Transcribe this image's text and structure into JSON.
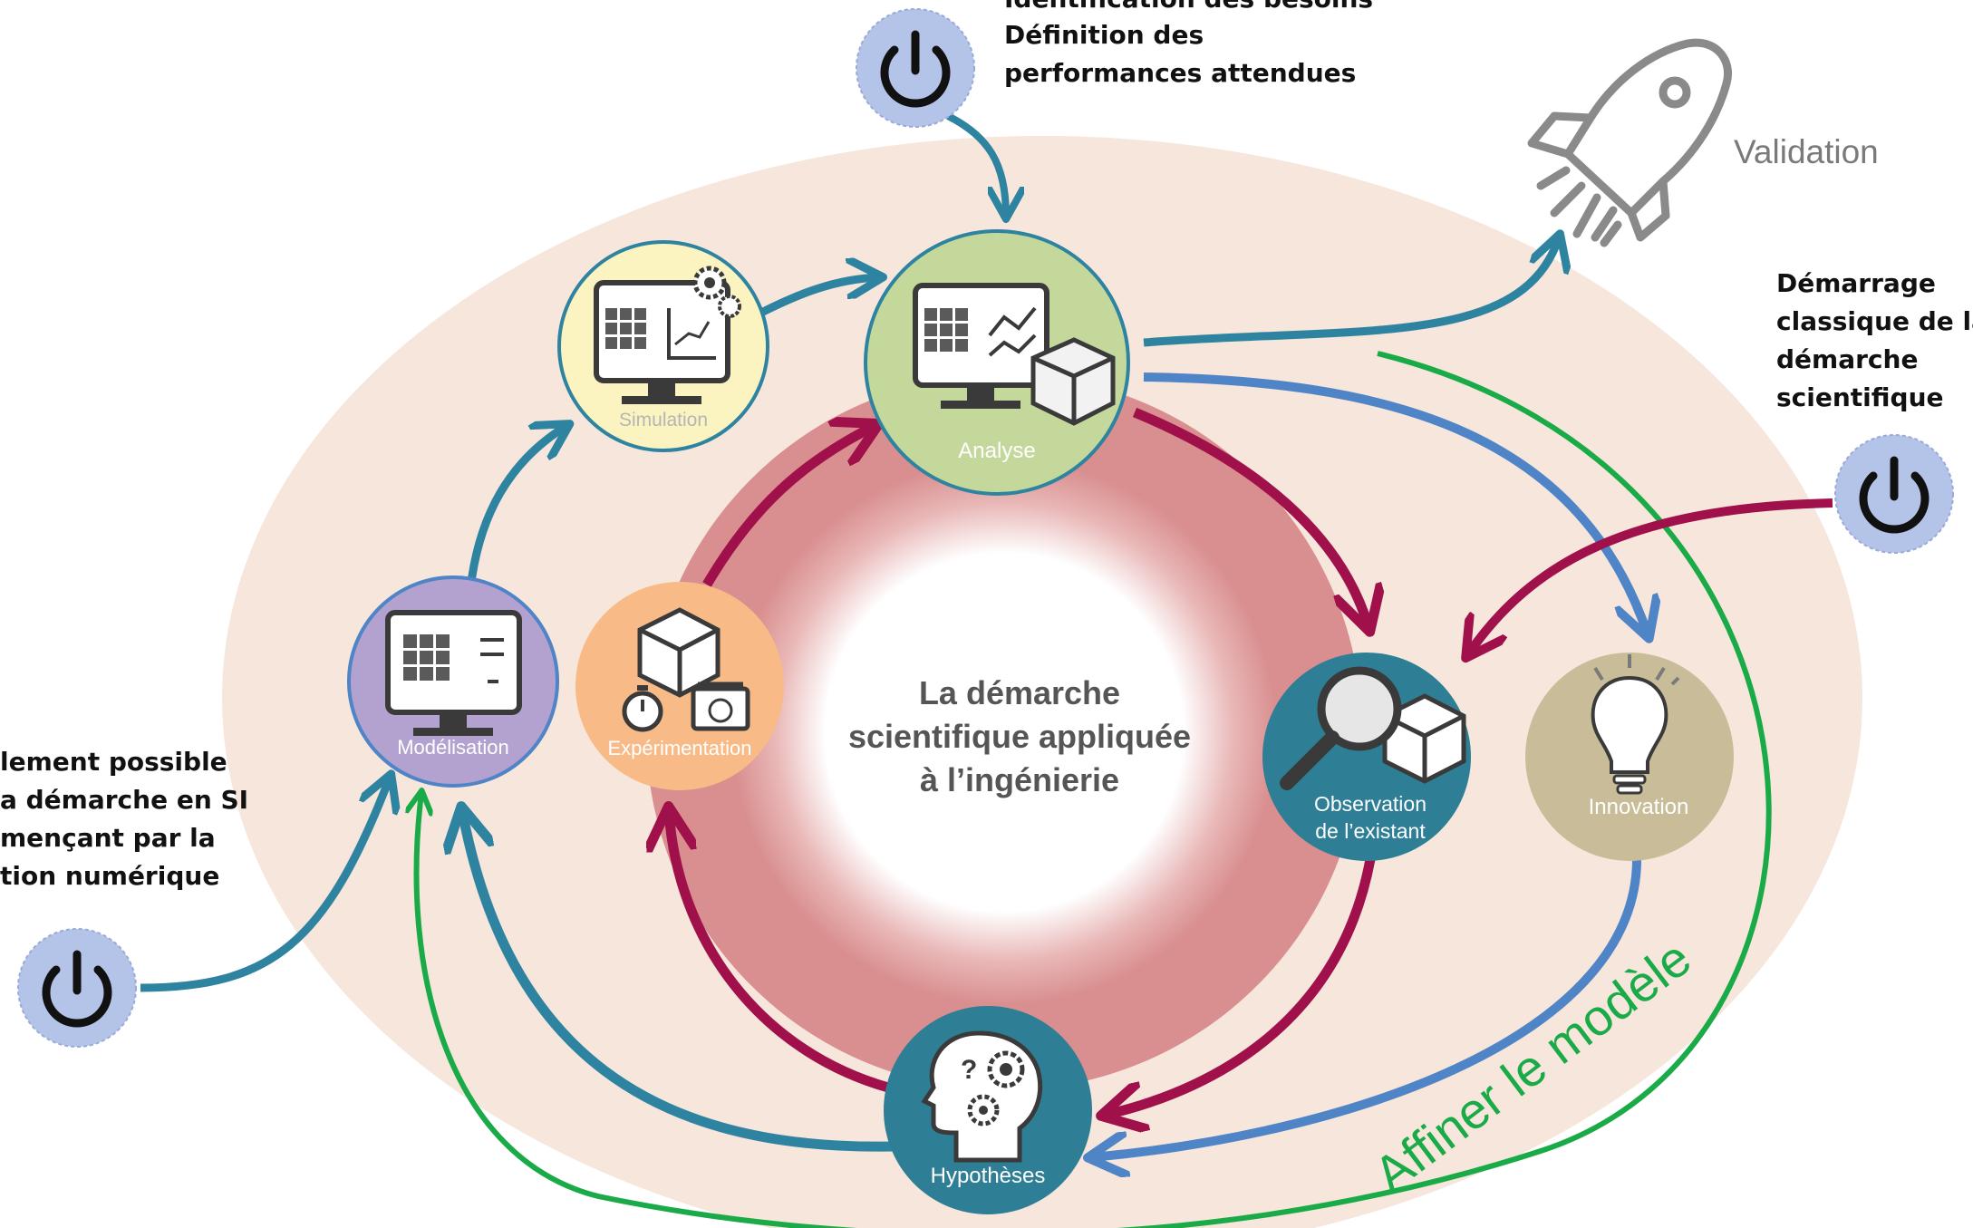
{
  "center_text": {
    "line1": "La démarche",
    "line2": "scientifique appliquée",
    "line3": "à l’ingénierie"
  },
  "nodes": {
    "analyse": {
      "label": "Analyse",
      "color": "#c5d89b"
    },
    "simulation": {
      "label": "Simulation",
      "color": "#fbf4c0"
    },
    "modelisation": {
      "label": "Modélisation",
      "color": "#b3a1cf"
    },
    "experimentation": {
      "label": "Expérimentation",
      "color": "#f8bb88"
    },
    "observation": {
      "label_line1": "Observation",
      "label_line2": "de l’existant",
      "color": "#2e7f96"
    },
    "innovation": {
      "label": "Innovation",
      "color": "#c9bd99"
    },
    "hypotheses": {
      "label": "Hypothèses",
      "color": "#2e7f96"
    }
  },
  "annotations": {
    "top": {
      "line1": "Identification des besoins",
      "line2": "Définition des",
      "line3": "performances attendues"
    },
    "right": {
      "line1": "Démarrage",
      "line2": "classique de la",
      "line3": "démarche",
      "line4": "scientifique"
    },
    "left": {
      "line1": "lement possible",
      "line2": "a démarche en SI",
      "line3": "mençant par la",
      "line4": "tion numérique"
    }
  },
  "validation_label": "Validation",
  "refine_label": "Affiner le modèle",
  "colors": {
    "teal_arrow": "#2e84a0",
    "crimson_arrow": "#a0104a",
    "blue_arrow": "#4f84c6",
    "green_arrow": "#1aab48",
    "ellipse_fill": "#f6e6dc",
    "ring": "#d98f8f",
    "power_button": "#b4c4e8"
  },
  "icons": {
    "start_buttons": "power-icon",
    "validation": "rocket-icon",
    "analyse": "monitor-chart-cube-icon",
    "simulation": "monitor-gears-icon",
    "modelisation": "monitor-cube-icon",
    "experimentation": "cube-stopwatch-scale-icon",
    "observation": "magnifier-cube-icon",
    "innovation": "lightbulb-icon",
    "hypotheses": "head-gears-icon"
  }
}
